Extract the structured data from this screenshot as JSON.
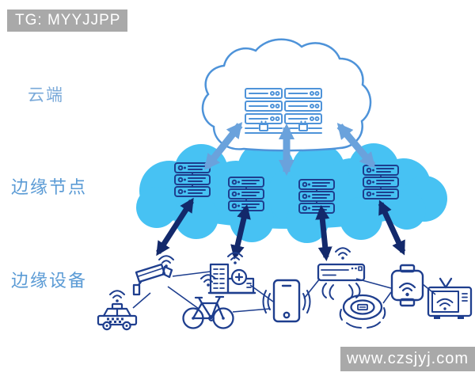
{
  "badges": {
    "top_left": "TG: MYYJJPP",
    "bottom_right": "www.czsjyj.com"
  },
  "layers": {
    "cloud": {
      "label": "云端"
    },
    "edge_nodes": {
      "label": "边缘节点"
    },
    "edge_devices": {
      "label": "边缘设备"
    }
  },
  "diagram": {
    "cloud_layer": {
      "icon": "cloud-outline-icon",
      "server_stacks": 2,
      "servers_per_stack": 3,
      "network_hubs": 2
    },
    "edge_node_layer": {
      "icon": "filled-cloud-icon",
      "server_racks": 4,
      "units_per_rack": 3
    },
    "cloud_to_edge_arrows": 3,
    "edge_to_device_arrows": 4,
    "edge_devices": [
      "taxi-car",
      "cctv-camera",
      "bicycle",
      "smart-hospital-building",
      "smartphone",
      "air-conditioner",
      "robot-vacuum",
      "wifi-module",
      "television"
    ]
  },
  "colors": {
    "cloud_outline": "#4e93d9",
    "edge_cloud_fill": "#47c2f3",
    "device_navy": "#1e3e8e",
    "dark_arrow": "#13296b",
    "light_arrow": "#6aa2dc",
    "label_blue": "#5b9bd5",
    "label_cloud_blue": "#79a9d9",
    "watermark_bg": "#a9a9a9",
    "watermark_text": "#ffffff"
  }
}
